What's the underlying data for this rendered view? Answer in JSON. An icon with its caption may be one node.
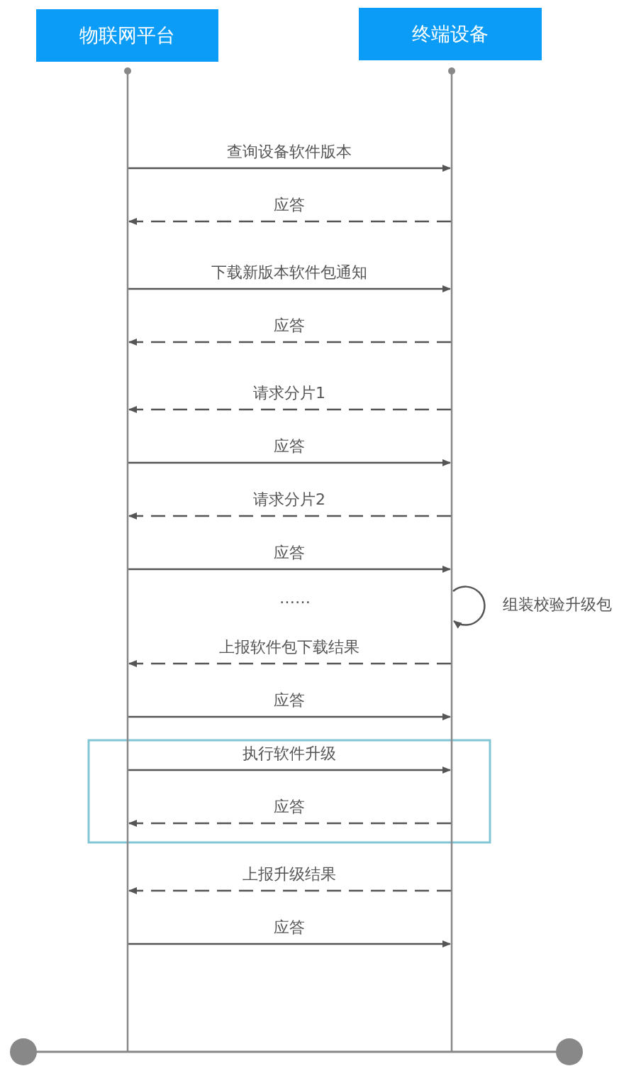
{
  "diagram": {
    "nodes": [
      {
        "text": [
          "物联网平台"
        ]
      },
      {
        "text": [
          "终端设备"
        ]
      },
      {
        "text": [],
        "shape": "bar"
      },
      {
        "text": [],
        "shape": "bar"
      }
    ],
    "edges": [
      {
        "from": 2,
        "to": 3,
        "arrow": "to",
        "label": "查询设备软件版本"
      },
      {
        "from": 3,
        "to": 2,
        "arrow": "to",
        "label": "应答",
        "style": "dashed"
      },
      {
        "from": 2,
        "to": 3,
        "arrow": "to",
        "label": "下载新版本软件包通知"
      },
      {
        "from": 3,
        "to": 2,
        "arrow": "to",
        "label": "应答",
        "style": "dashed"
      },
      {
        "from": 3,
        "to": 2,
        "arrow": "to",
        "label": "请求分片1",
        "style": "dashed"
      },
      {
        "from": 2,
        "to": 3,
        "arrow": "to",
        "label": "应答"
      },
      {
        "from": 3,
        "to": 2,
        "arrow": "to",
        "label": "请求分片2",
        "style": "dashed"
      },
      {
        "from": 2,
        "to": 3,
        "arrow": "to",
        "label": "应答"
      },
      {
        "from": 3,
        "to": 3,
        "arrow": "to",
        "label": "组装校验升级包"
      },
      {
        "from": 3,
        "to": 2,
        "arrow": "to",
        "label": "上报软件包下载结果",
        "style": "dashed"
      },
      {
        "from": 2,
        "to": 3,
        "arrow": "to",
        "label": "应答"
      },
      {
        "from": 2,
        "to": 3,
        "arrow": "to",
        "label": "执行软件升级"
      },
      {
        "from": 3,
        "to": 2,
        "arrow": "to",
        "label": "应答",
        "style": "dashed"
      },
      {
        "from": 3,
        "to": 2,
        "arrow": "to",
        "label": "上报升级结果",
        "style": "dashed"
      },
      {
        "from": 2,
        "to": 3,
        "arrow": "to",
        "label": "应答"
      }
    ],
    "labels": [
      "……"
    ]
  }
}
